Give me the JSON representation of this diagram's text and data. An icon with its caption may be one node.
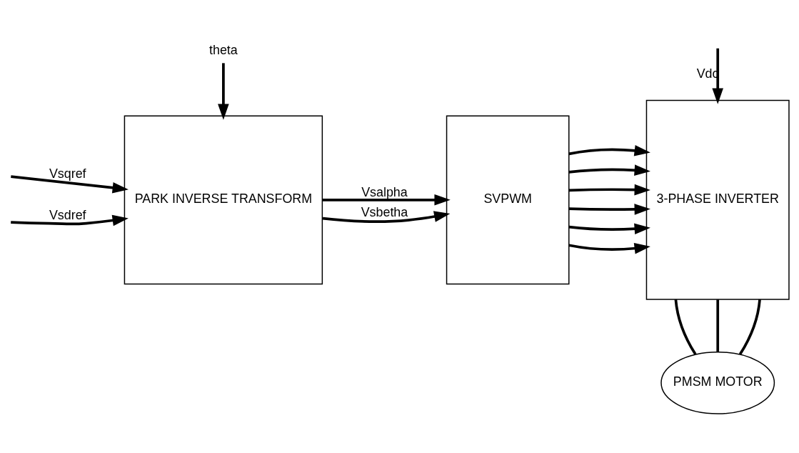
{
  "diagram": {
    "nodes": [
      {
        "text": [
          "PARK INVERSE TRANSFORM"
        ]
      },
      {
        "text": [
          "SVPWM"
        ]
      },
      {
        "text": [
          "3-PHASE INVERTER"
        ]
      },
      {
        "text": [
          "PMSM MOTOR"
        ]
      },
      {
        "text": [
          "theta"
        ]
      }
    ],
    "edges": [
      {
        "from": null,
        "to": 0,
        "arrow": "to",
        "label": "Vsqref"
      },
      {
        "from": null,
        "to": 0,
        "arrow": "to",
        "label": "Vsdref"
      },
      {
        "from": 4,
        "to": 0,
        "arrow": "to"
      },
      {
        "from": 0,
        "to": 1,
        "arrow": "to",
        "label": "Vsalpha"
      },
      {
        "from": 0,
        "to": 1,
        "arrow": "to",
        "label": "Vsbetha"
      },
      {
        "from": 1,
        "to": 2,
        "arrow": "to"
      },
      {
        "from": 1,
        "to": 2,
        "arrow": "to"
      },
      {
        "from": 1,
        "to": 2,
        "arrow": "to"
      },
      {
        "from": 1,
        "to": 2,
        "arrow": "to"
      },
      {
        "from": 1,
        "to": 2,
        "arrow": "to"
      },
      {
        "from": 1,
        "to": 2,
        "arrow": "to"
      },
      {
        "from": null,
        "to": 2,
        "arrow": "to",
        "label": "Vdc"
      },
      {
        "from": 2,
        "to": 3,
        "arrow": "none"
      },
      {
        "from": 2,
        "to": 3,
        "arrow": "none"
      },
      {
        "from": 2,
        "to": 3,
        "arrow": "none"
      }
    ]
  }
}
